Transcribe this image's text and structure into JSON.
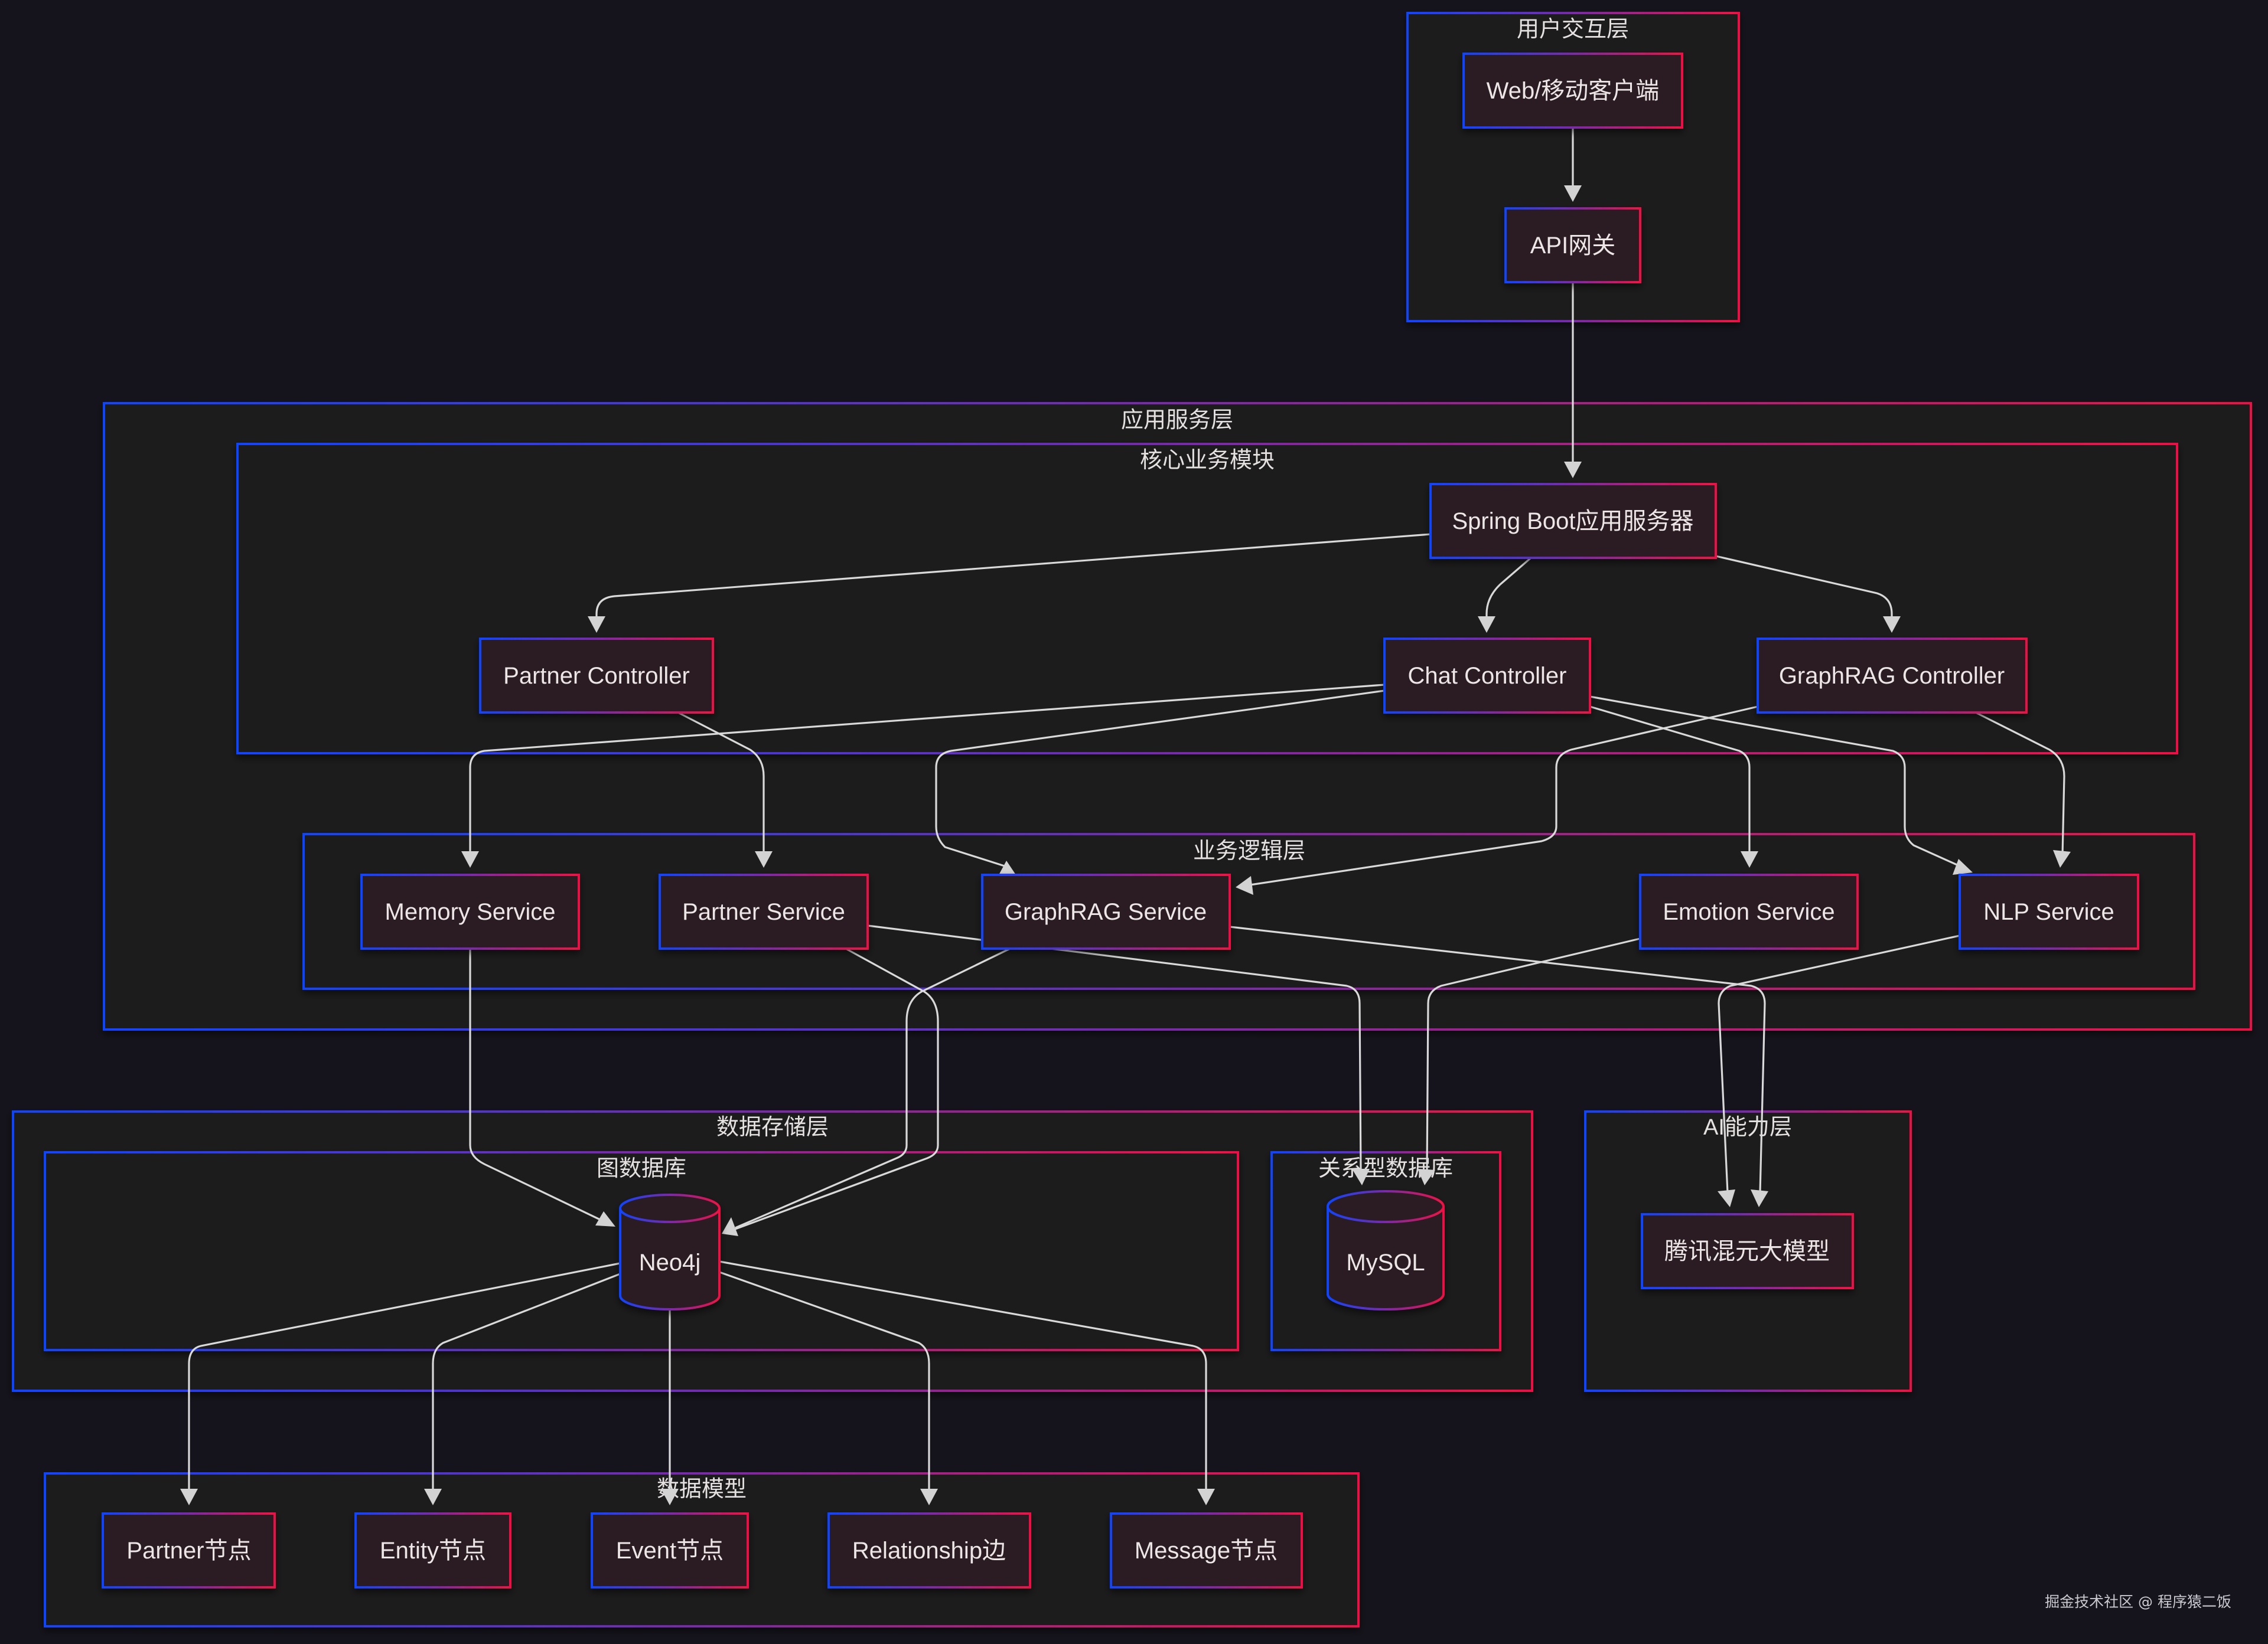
{
  "diagram": {
    "type": "architecture-flowchart",
    "colors": {
      "background": "#15141c",
      "cluster_fill": "#1f1f1f",
      "node_fill": "#2a1f20",
      "border_gradient_start": "#1144ff",
      "border_gradient_end": "#ee1144",
      "edge": "#d9d9d9",
      "text": "#ece6e6"
    },
    "clusters": {
      "user_layer": "用户交互层",
      "app_layer": "应用服务层",
      "core_modules": "核心业务模块",
      "logic_layer": "业务逻辑层",
      "storage_layer": "数据存储层",
      "graph_db": "图数据库",
      "relational_db": "关系型数据库",
      "ai_layer": "AI能力层",
      "data_model": "数据模型"
    },
    "nodes": {
      "client": "Web/移动客户端",
      "gateway": "API网关",
      "springboot": "Spring Boot应用服务器",
      "partner_controller": "Partner Controller",
      "chat_controller": "Chat Controller",
      "graphrag_controller": "GraphRAG Controller",
      "memory_service": "Memory Service",
      "partner_service": "Partner Service",
      "graphrag_service": "GraphRAG Service",
      "emotion_service": "Emotion Service",
      "nlp_service": "NLP Service",
      "neo4j": "Neo4j",
      "mysql": "MySQL",
      "hunyuan": "腾讯混元大模型",
      "partner_node": "Partner节点",
      "entity_node": "Entity节点",
      "event_node": "Event节点",
      "relationship_edge": "Relationship边",
      "message_node": "Message节点"
    },
    "edges": [
      {
        "from": "client",
        "to": "gateway"
      },
      {
        "from": "gateway",
        "to": "springboot"
      },
      {
        "from": "springboot",
        "to": "partner_controller"
      },
      {
        "from": "springboot",
        "to": "chat_controller"
      },
      {
        "from": "springboot",
        "to": "graphrag_controller"
      },
      {
        "from": "partner_controller",
        "to": "partner_service"
      },
      {
        "from": "chat_controller",
        "to": "memory_service"
      },
      {
        "from": "chat_controller",
        "to": "graphrag_service"
      },
      {
        "from": "chat_controller",
        "to": "emotion_service"
      },
      {
        "from": "chat_controller",
        "to": "nlp_service"
      },
      {
        "from": "graphrag_controller",
        "to": "graphrag_service"
      },
      {
        "from": "graphrag_controller",
        "to": "nlp_service"
      },
      {
        "from": "memory_service",
        "to": "neo4j"
      },
      {
        "from": "partner_service",
        "to": "neo4j"
      },
      {
        "from": "partner_service",
        "to": "mysql"
      },
      {
        "from": "graphrag_service",
        "to": "neo4j"
      },
      {
        "from": "graphrag_service",
        "to": "hunyuan"
      },
      {
        "from": "emotion_service",
        "to": "mysql"
      },
      {
        "from": "nlp_service",
        "to": "hunyuan"
      },
      {
        "from": "neo4j",
        "to": "partner_node"
      },
      {
        "from": "neo4j",
        "to": "entity_node"
      },
      {
        "from": "neo4j",
        "to": "event_node"
      },
      {
        "from": "neo4j",
        "to": "relationship_edge"
      },
      {
        "from": "neo4j",
        "to": "message_node"
      }
    ]
  },
  "watermark": "掘金技术社区 @ 程序猿二饭"
}
